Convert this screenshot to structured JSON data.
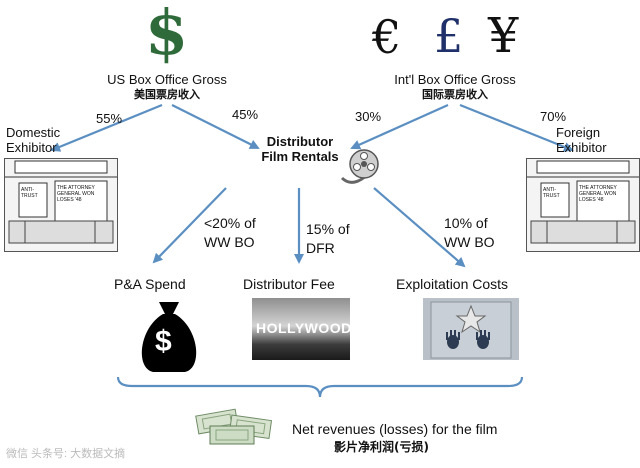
{
  "symbols": {
    "dollar": "$",
    "euro": "€",
    "pound": "£",
    "yen": "¥"
  },
  "us_gross": {
    "en": "US Box Office Gross",
    "cn": "美国票房收入"
  },
  "intl_gross": {
    "en": "Int'l Box Office Gross",
    "cn": "国际票房收入"
  },
  "percents": {
    "us_domestic": "55%",
    "us_distributor": "45%",
    "intl_distributor": "30%",
    "intl_foreign": "70%"
  },
  "domestic": {
    "line1": "Domestic",
    "line2": "Exhibitor"
  },
  "foreign": {
    "line1": "Foreign",
    "line2": "Exhibitor"
  },
  "distributor": {
    "line1": "Distributor",
    "line2": "Film Rentals"
  },
  "theater_sign": {
    "left": "ANTI-TRUST",
    "right": "THE ATTORNEY GENERAL WON LOSES '48"
  },
  "costs": {
    "pa": {
      "pct_line1": "<20% of",
      "pct_line2": "WW BO",
      "label": "P&A Spend"
    },
    "fee": {
      "pct_line1": "15% of",
      "pct_line2": "DFR",
      "label": "Distributor Fee"
    },
    "exploit": {
      "pct_line1": "10% of",
      "pct_line2": "WW BO",
      "label": "Exploitation Costs"
    }
  },
  "hollywood_sign": "HOLLYWOOD",
  "money_bag_sign": "$",
  "net": {
    "en": "Net revenues (losses) for the film",
    "cn": "影片净利润(亏损)"
  },
  "watermark": "微信 头条号: 大数据文摘"
}
